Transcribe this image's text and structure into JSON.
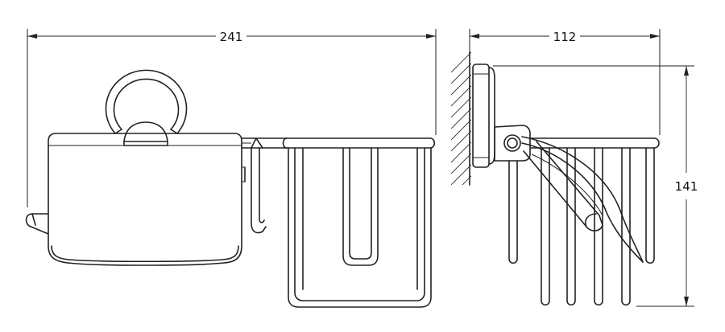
{
  "dimensions": {
    "total_width": "241",
    "side_depth": "112",
    "height": "141"
  }
}
